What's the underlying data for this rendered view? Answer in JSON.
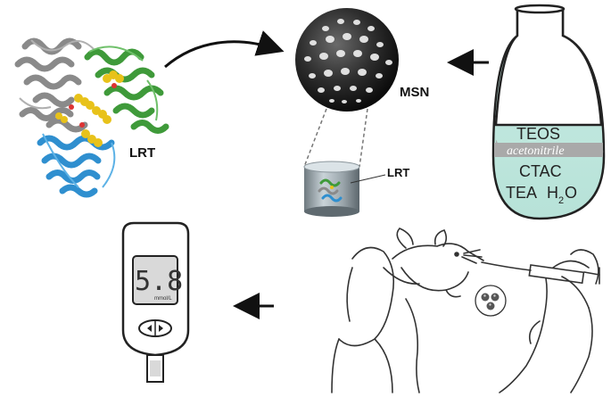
{
  "labels": {
    "protein": "LRT",
    "nanoparticle": "MSN",
    "loaded": "LRT",
    "flask_top": "TEOS",
    "flask_mid": "acetonitrile",
    "flask_bot1": "CTAC",
    "flask_bot2": "TEA",
    "flask_bot3_main": "H",
    "flask_bot3_sub": "2",
    "flask_bot3_tail": "O",
    "meter_reading": "5.8",
    "meter_unit": "mmol/L"
  },
  "colors": {
    "helix_gray": "#8a8a8a",
    "helix_green": "#3f9a3a",
    "helix_blue": "#2f8fcf",
    "ligand_yellow": "#e8c21a",
    "ligand_red": "#d33",
    "sphere_dark": "#2b2b2b",
    "flask_liquid_top": "#a9a9a9",
    "flask_liquid_bottom": "#c7ebe3",
    "lcd": "#d9d9d9"
  },
  "icons": [
    "protein-structure-icon",
    "mesoporous-silica-sphere-icon",
    "pore-cylinder-icon",
    "round-bottom-flask-icon",
    "glucose-meter-icon",
    "mouse-injection-icon",
    "nanoparticle-cluster-icon"
  ]
}
